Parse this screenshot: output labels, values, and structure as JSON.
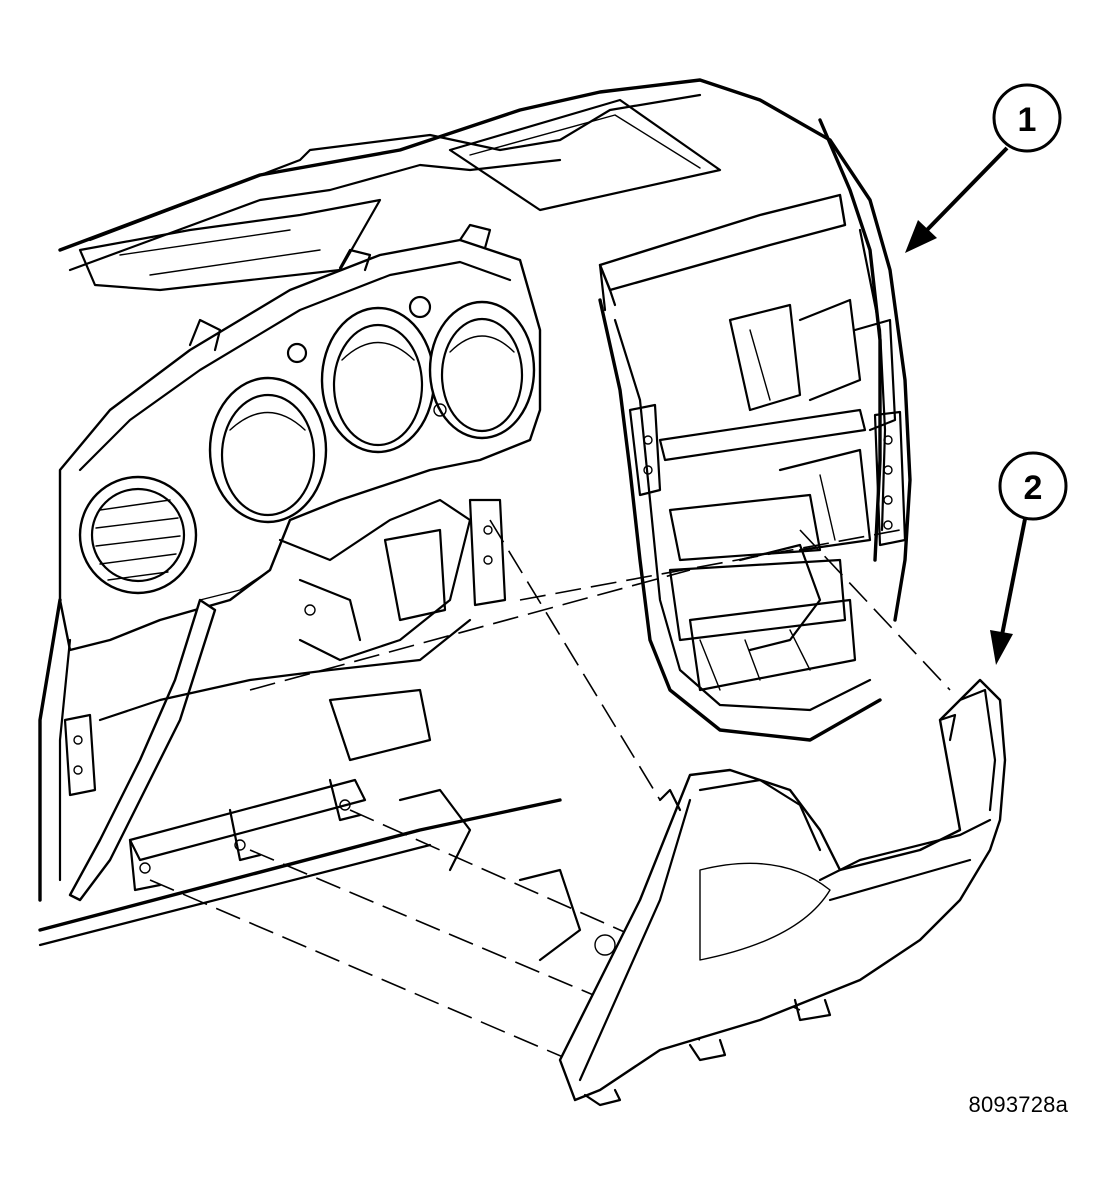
{
  "figure": {
    "figure_id": "8093728a",
    "ink_color": "#000000",
    "background_color": "#ffffff"
  },
  "callouts": [
    {
      "label": "1",
      "points_to": "instrument-panel"
    },
    {
      "label": "2",
      "points_to": "center-bezel-lower-trim"
    }
  ]
}
